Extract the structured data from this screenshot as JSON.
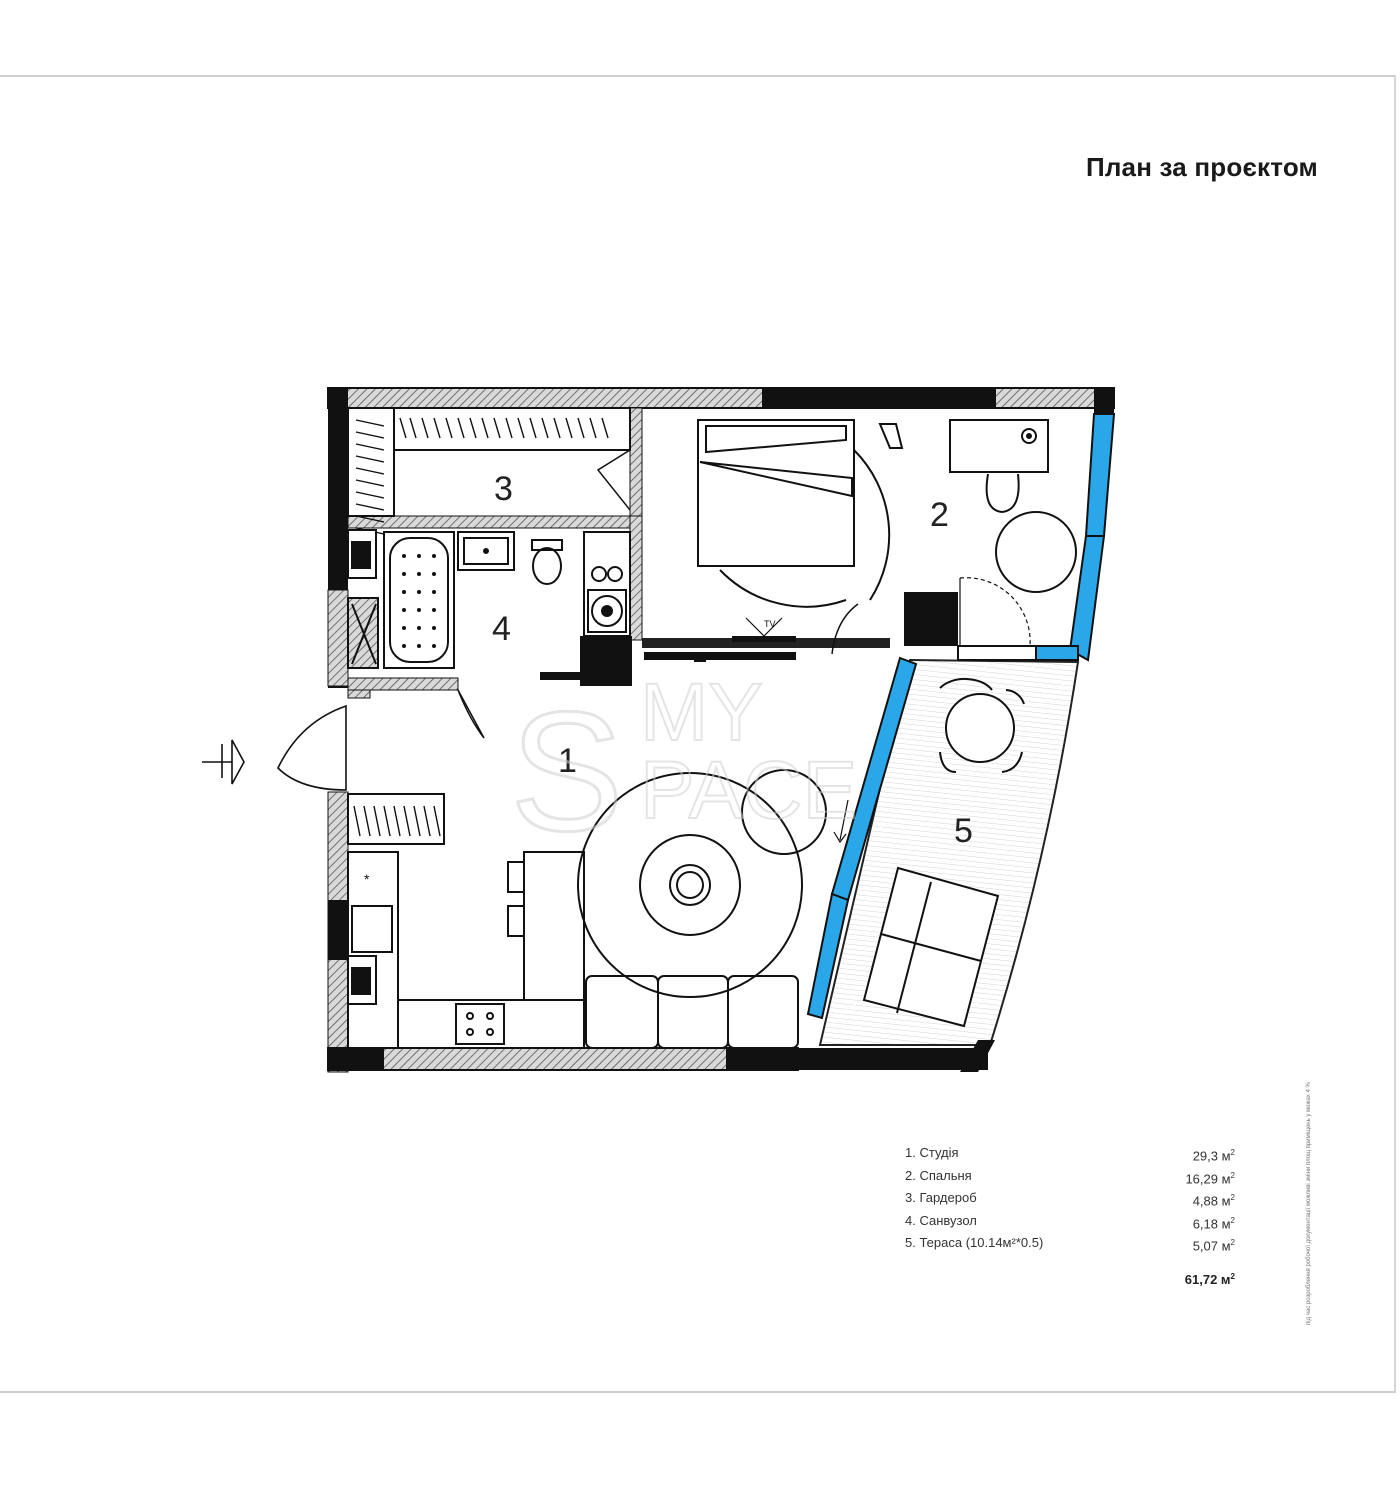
{
  "page": {
    "title": "План за проєктом"
  },
  "watermark": {
    "line1": "MY",
    "line2": "PACE"
  },
  "plan": {
    "rooms": [
      {
        "number": "1",
        "name": "Студія"
      },
      {
        "number": "2",
        "name": "Спальня"
      },
      {
        "number": "3",
        "name": "Гардероб"
      },
      {
        "number": "4",
        "name": "Санвузол"
      },
      {
        "number": "5",
        "name": "Тераса"
      }
    ],
    "tv_label": "TV"
  },
  "areas": {
    "rows": [
      {
        "label": "1. Студія",
        "value": "29,3 м",
        "unit_sup": "2"
      },
      {
        "label": "2. Спальня",
        "value": "16,29 м",
        "unit_sup": "2"
      },
      {
        "label": "3. Гардероб",
        "value": "4,88 м",
        "unit_sup": "2"
      },
      {
        "label": "4. Санвузол",
        "value": "6,18 м",
        "unit_sup": "2"
      },
      {
        "label": "5. Тераса (10.14м²*0.5)",
        "value": "5,07 м",
        "unit_sup": "2"
      }
    ],
    "total": {
      "value": "61,72 м",
      "unit_sup": "2"
    }
  },
  "side_note": "під час розроблення робочої документації можливі зміни площ приміщень у межах 4 %",
  "colors": {
    "wall": "#111111",
    "hatch": "#8a8a8a",
    "glass": "#2aa7e8",
    "text": "#1a1a1a"
  }
}
